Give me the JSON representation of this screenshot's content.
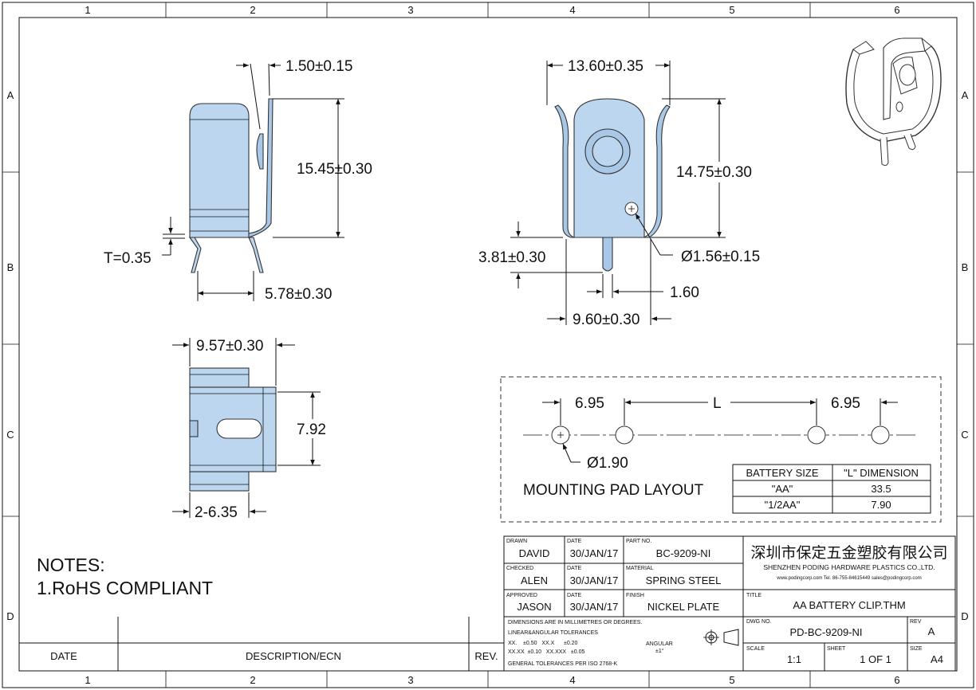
{
  "border": {
    "columns": [
      "1",
      "2",
      "3",
      "4",
      "5",
      "6"
    ],
    "rows": [
      "A",
      "B",
      "C",
      "D"
    ]
  },
  "side_view": {
    "thickness_top": "1.50±0.15",
    "height": "15.45±0.30",
    "thickness": "T=0.35",
    "pin_spacing": "5.78±0.30"
  },
  "front_view": {
    "width": "13.60±0.35",
    "height": "14.75±0.30",
    "pin_length": "3.81±0.30",
    "hole": "Ø1.56±0.15",
    "pin_width": "1.60",
    "base_width": "9.60±0.30"
  },
  "bottom_view": {
    "width": "9.57±0.30",
    "height": "7.92",
    "pins": "2-6.35"
  },
  "mounting_layout": {
    "left_offset": "6.95",
    "center": "L",
    "right_offset": "6.95",
    "hole": "Ø1.90",
    "title": "MOUNTING PAD LAYOUT",
    "table_headers": [
      "BATTERY SIZE",
      "\"L\" DIMENSION"
    ],
    "table_rows": [
      [
        "\"AA\"",
        "33.5"
      ],
      [
        "\"1/2AA\"",
        "7.90"
      ]
    ]
  },
  "notes": {
    "heading": "NOTES:",
    "line1": "1.RoHS COMPLIANT"
  },
  "revision": {
    "date": "DATE",
    "description": "DESCRIPTION/ECN",
    "rev": "REV."
  },
  "title_block": {
    "drawn_label": "DRAWN",
    "drawn": "DAVID",
    "checked_label": "CHECKED",
    "checked": "ALEN",
    "approved_label": "APPROVED",
    "approved": "JASON",
    "date_label": "DATE",
    "date1": "30/JAN/17",
    "date2": "30/JAN/17",
    "date3": "30/JAN/17",
    "part_no_label": "PART NO.",
    "part_no": "BC-9209-NI",
    "material_label": "MATERIAL",
    "material": "SPRING STEEL",
    "finish_label": "FINISH",
    "finish": "NICKEL PLATE",
    "company_cn": "深圳市保定五金塑胶有限公司",
    "company_en": "SHENZHEN PODING HARDWARE PLASTICS CO.,LTD.",
    "contact": "www.podingcorp.com   Tel. 86-755-84615449   sales@podingcorp.com",
    "title_label": "TITLE",
    "title": "AA BATTERY CLIP.THM",
    "dims_note": "DIMENSIONS ARE IN MILLIMETRES OR DEGREES.",
    "tol_note": "LINEAR&ANGULAR TOLERANCES",
    "tol1": "XX.    ±0.50   XX.X      ±0.20",
    "tol2": "XX.XX  ±0.10   XX.XXX   ±0.05",
    "angular_label": "ANGULAR",
    "angular": "±1°",
    "general": "GENERAL TOLERANCES PER ISO 2768-K",
    "dwg_label": "DWG NO.",
    "dwg_no": "PD-BC-9209-NI",
    "rev_label": "REV",
    "rev": "A",
    "scale_label": "SCALE",
    "scale": "1:1",
    "sheet_label": "SHEET",
    "sheet": "1 OF 1",
    "size_label": "SIZE",
    "size": "A4"
  }
}
